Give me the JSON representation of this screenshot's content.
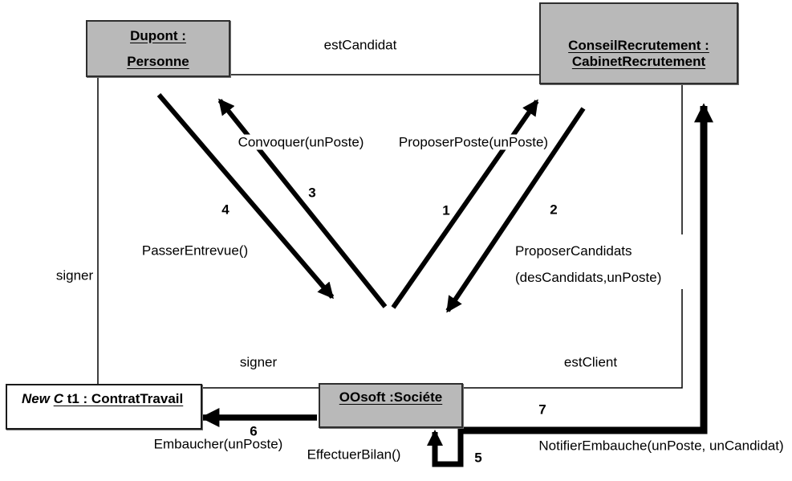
{
  "objects": {
    "dupont": {
      "name": "Dupont :",
      "type": "Personne"
    },
    "conseil": {
      "name": "ConseilRecrutement :",
      "type": "CabinetRecrutement"
    },
    "contrat": {
      "prefix": "New ",
      "class_letter": "C",
      "rest": " t1 : ContratTravail"
    },
    "oosoft": {
      "label": "OOsoft :Sociéte"
    }
  },
  "links": {
    "est_candidat": "estCandidat",
    "signer_left": "signer",
    "signer_bottom": "signer",
    "est_client": "estClient"
  },
  "messages": {
    "m1": {
      "num": "1",
      "label": "ProposerPoste(unPoste)"
    },
    "m2": {
      "num": "2",
      "label_line1": "ProposerCandidats",
      "label_line2": "(desCandidats,unPoste)"
    },
    "m3": {
      "num": "3",
      "label": "Convoquer(unPoste)"
    },
    "m4": {
      "num": "4",
      "label": "PasserEntrevue()"
    },
    "m5": {
      "num": "5",
      "label": "EffectuerBilan()"
    },
    "m6": {
      "num": "6",
      "label": "Embaucher(unPoste)"
    },
    "m7": {
      "num": "7",
      "label": "NotifierEmbauche(unPoste, unCandidat)"
    }
  },
  "colors": {
    "object_fill": "#b9b9b9",
    "object_border": "#2e2e2e",
    "line": "#000000",
    "background": "#ffffff"
  }
}
